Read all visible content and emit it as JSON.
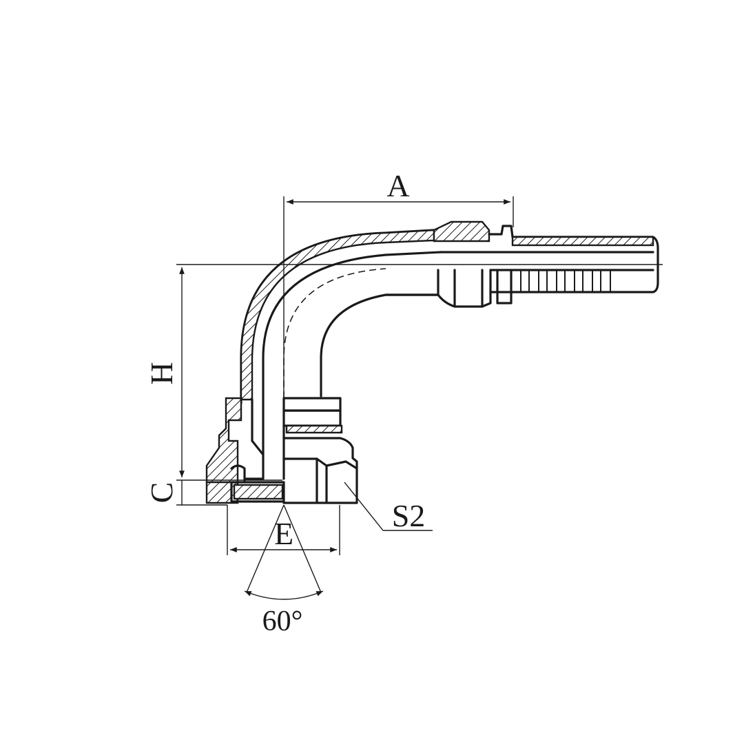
{
  "labels": {
    "a": "A",
    "h": "H",
    "c": "C",
    "e": "E",
    "s2": "S2",
    "angle": "60°"
  },
  "colors": {
    "line": "#1a1a1a",
    "background": "#ffffff"
  }
}
